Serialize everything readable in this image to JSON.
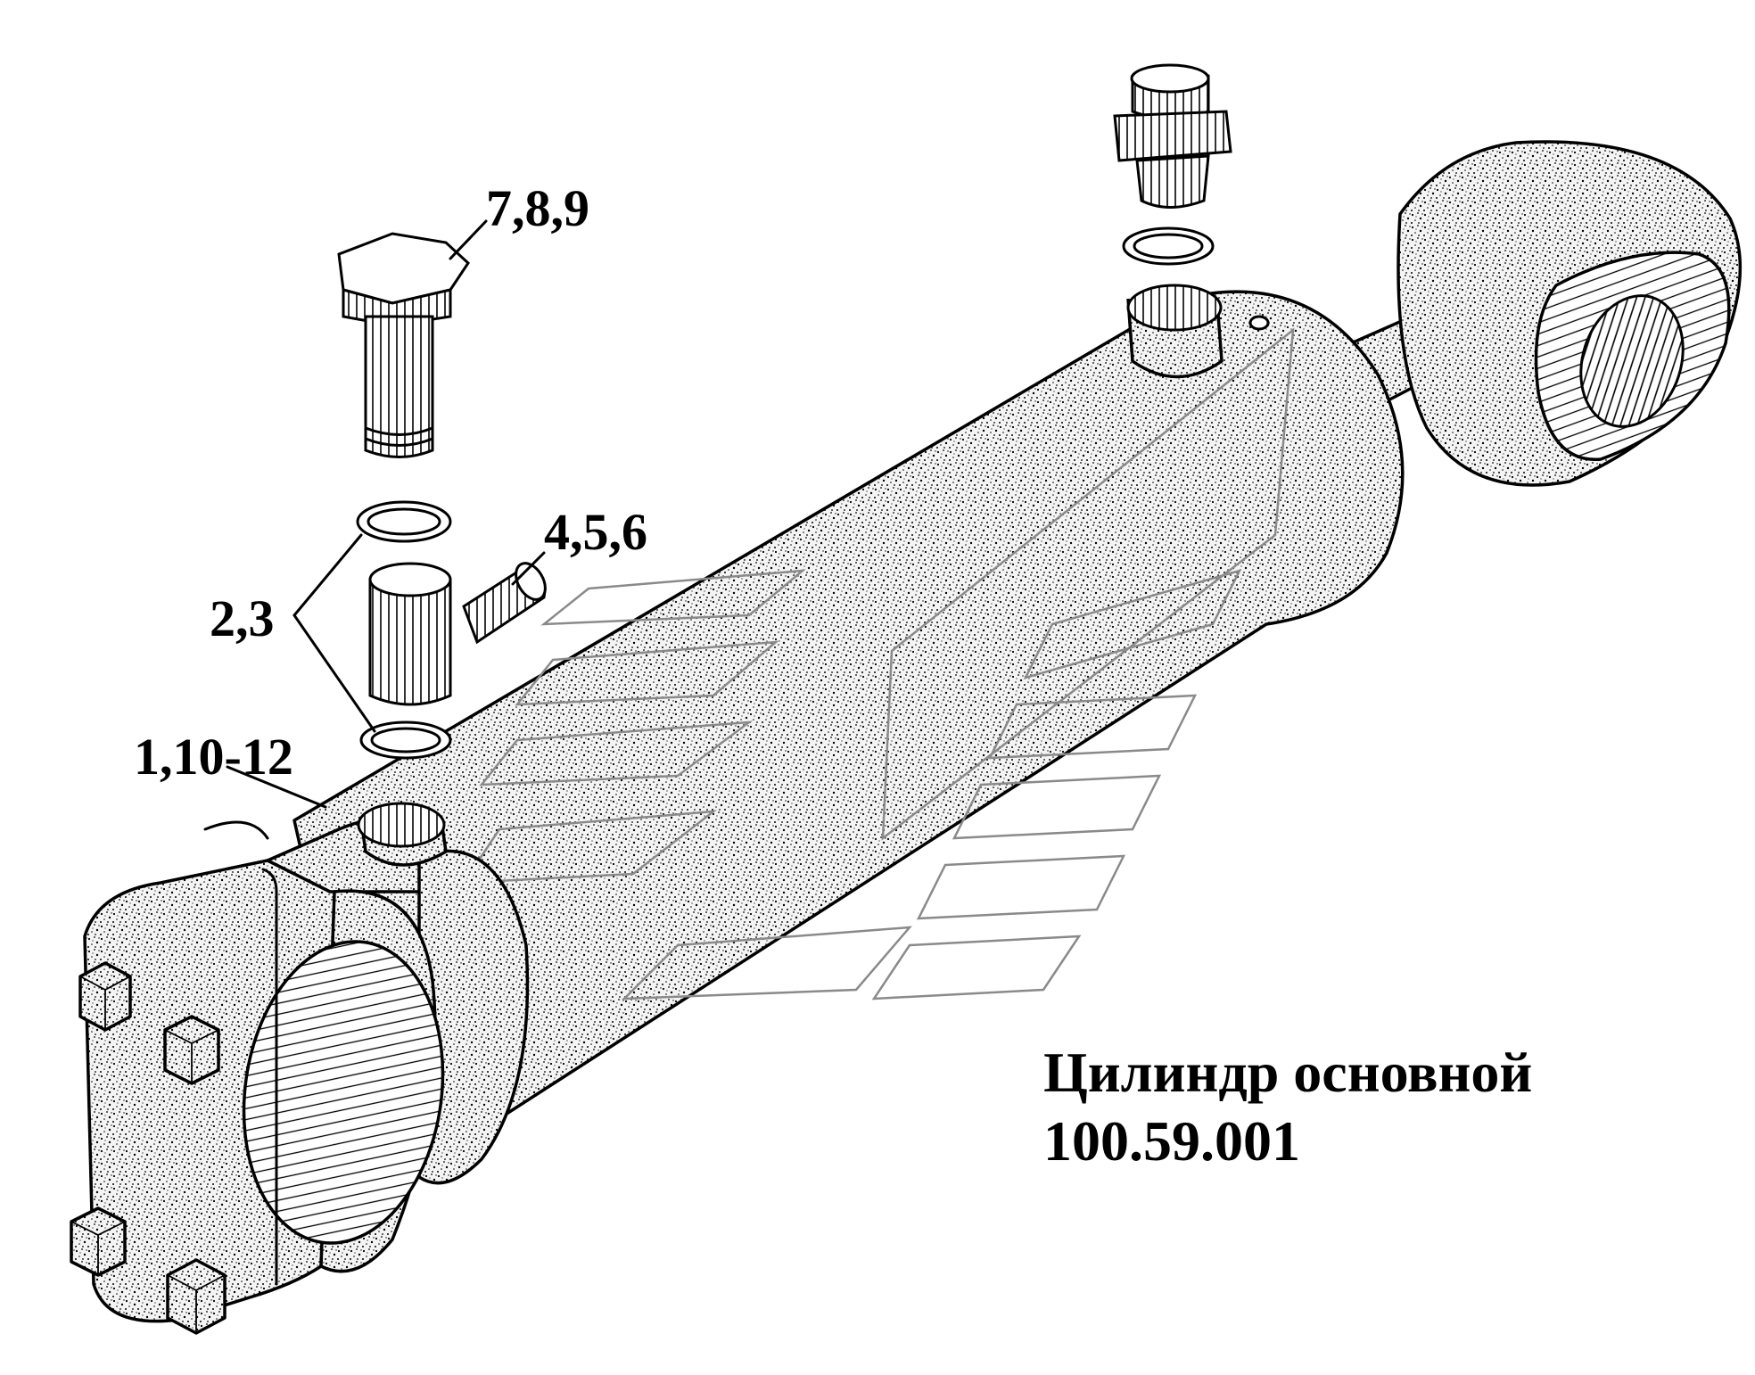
{
  "title": {
    "line1": "Цилиндр основной",
    "line2": "100.59.001"
  },
  "callouts": {
    "bolt": "7,8,9",
    "fitting": "4,5,6",
    "washers": "2,3",
    "cylinder": "1,10-12"
  },
  "colors": {
    "ink": "#000000",
    "background": "#ffffff",
    "watermark": "#8a8a8a"
  }
}
